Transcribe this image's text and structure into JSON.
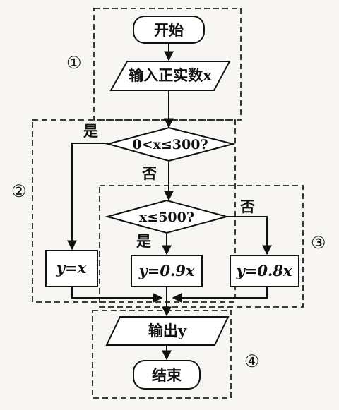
{
  "diagram": {
    "regions": [
      {
        "marker": "①"
      },
      {
        "marker": "②"
      },
      {
        "marker": "③"
      },
      {
        "marker": "④"
      }
    ],
    "nodes": {
      "start": "开始",
      "input": "输入正实数x",
      "decision_1": "0<x≤300?",
      "decision_2": "x≤500?",
      "assign_1": "y=x",
      "assign_2": "y=0.9x",
      "assign_3": "y=0.8x",
      "output": "输出y",
      "end": "结束"
    },
    "edge_labels": {
      "d1_yes": "是",
      "d1_no": "否",
      "d2_yes": "是",
      "d2_no": "否"
    }
  }
}
